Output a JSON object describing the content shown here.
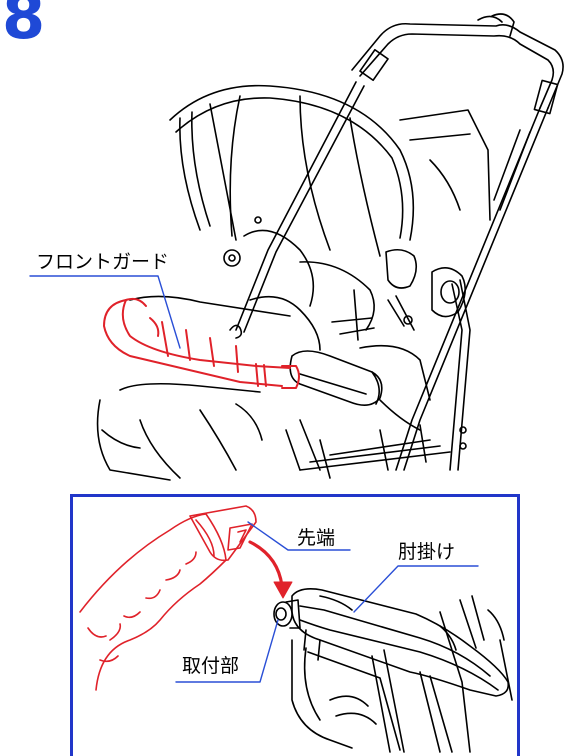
{
  "step": {
    "number": "8"
  },
  "labels": {
    "front_guard": "フロントガード",
    "tip": "先端",
    "armrest": "肘掛け",
    "mount": "取付部"
  },
  "colors": {
    "step_number": "#1f49d6",
    "detail_border": "#2136c9",
    "callout_line": "#2a4fd6",
    "highlight": "#e0222a",
    "line_art": "#000000"
  },
  "icons": {
    "arrow": "curved-arrow-down-icon"
  }
}
